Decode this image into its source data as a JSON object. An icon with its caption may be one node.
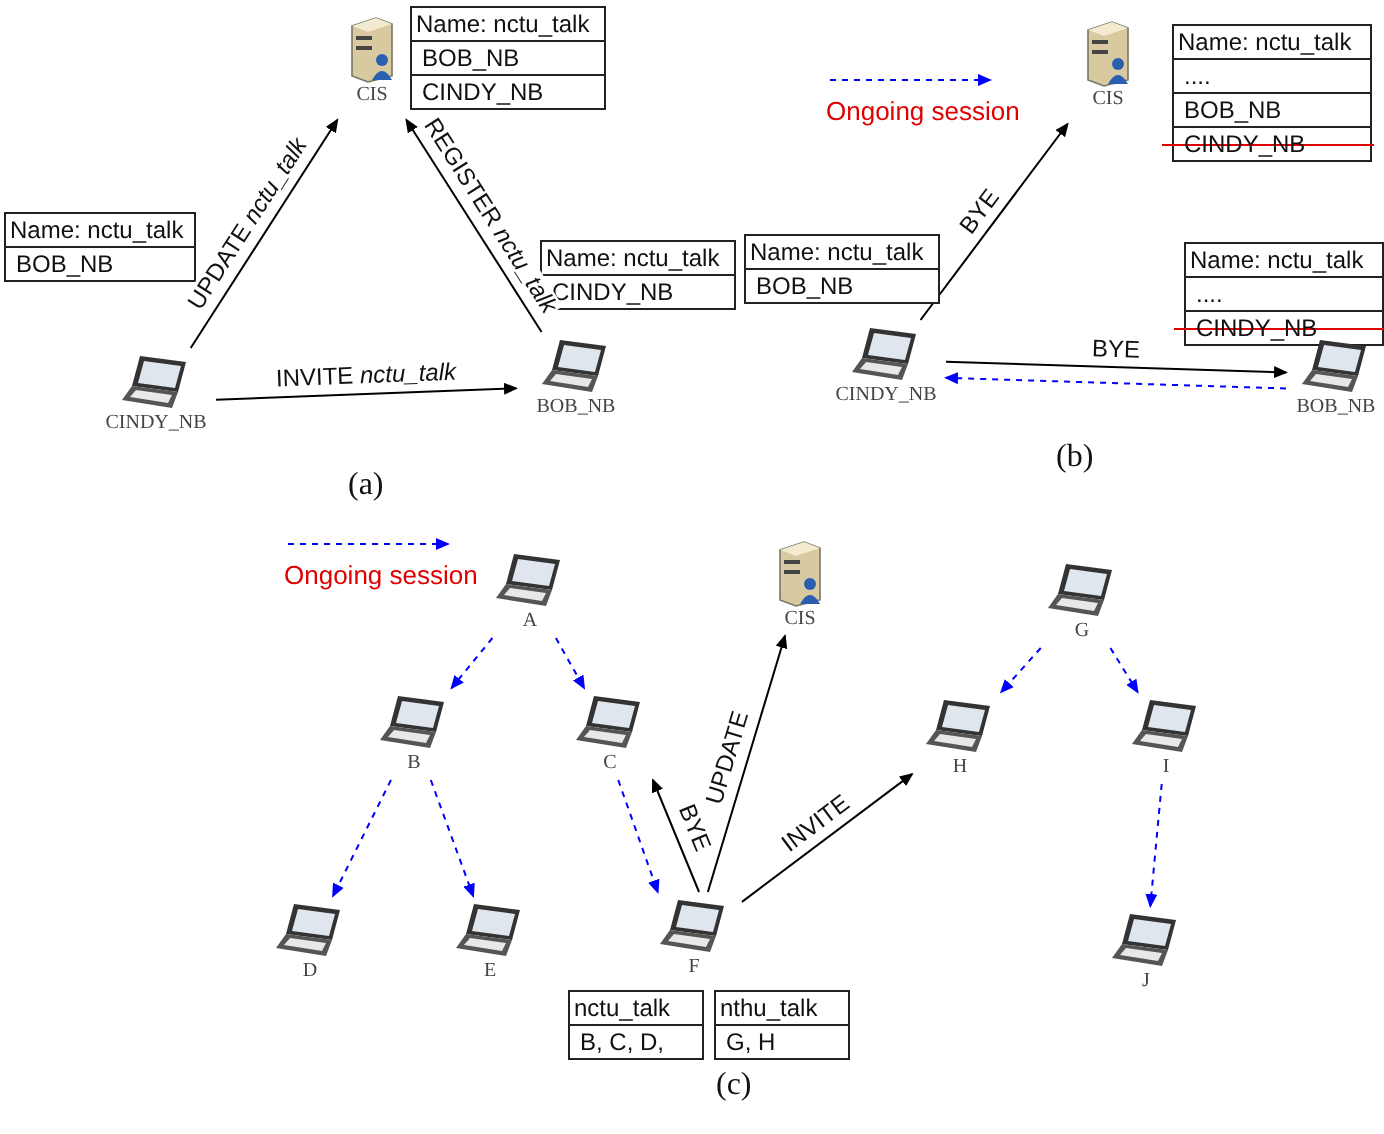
{
  "diagram": {
    "nodes": [
      {
        "text": [
          "CIS"
        ]
      },
      {
        "text": [
          "Name: nctu_talk",
          "BOB_NB",
          "CINDY_NB"
        ]
      },
      {
        "text": [
          "Name: nctu_talk",
          "BOB_NB"
        ]
      },
      {
        "text": [
          "CINDY_NB"
        ]
      },
      {
        "text": [
          "BOB_NB"
        ]
      },
      {
        "text": [
          "Name: nctu_talk",
          "CINDY_NB"
        ]
      },
      {
        "text": [
          "CIS"
        ]
      },
      {
        "text": [
          "Name: nctu_talk",
          "....",
          "BOB_NB",
          "CINDY_NB"
        ]
      },
      {
        "text": [
          "Name: nctu_talk",
          "BOB_NB"
        ]
      },
      {
        "text": [
          "Name: nctu_talk",
          "....",
          "CINDY_NB"
        ]
      },
      {
        "text": [
          "CINDY_NB"
        ]
      },
      {
        "text": [
          "BOB_NB"
        ]
      },
      {
        "text": [
          "A"
        ]
      },
      {
        "text": [
          "CIS"
        ]
      },
      {
        "text": [
          "G"
        ]
      },
      {
        "text": [
          "B"
        ]
      },
      {
        "text": [
          "C"
        ]
      },
      {
        "text": [
          "H"
        ]
      },
      {
        "text": [
          "I"
        ]
      },
      {
        "text": [
          "D"
        ]
      },
      {
        "text": [
          "E"
        ]
      },
      {
        "text": [
          "F"
        ]
      },
      {
        "text": [
          "J"
        ]
      },
      {
        "text": [
          "nctu_talk",
          "B, C, D,"
        ]
      },
      {
        "text": [
          "nthu_talk",
          "G, H"
        ]
      }
    ],
    "edges": [
      {
        "from": 3,
        "to": 0,
        "arrow": "to",
        "label": "UPDATE *nctu_talk*",
        "color": "#000000"
      },
      {
        "from": 4,
        "to": 0,
        "arrow": "to",
        "label": "REGISTER *nctu_talk*",
        "color": "#000000"
      },
      {
        "from": 3,
        "to": 4,
        "arrow": "to",
        "label": "INVITE *nctu_talk*",
        "color": "#000000"
      },
      {
        "from": 10,
        "to": 6,
        "arrow": "to",
        "label": "BYE",
        "color": "#000000"
      },
      {
        "from": 10,
        "to": 11,
        "arrow": "to",
        "label": "BYE",
        "color": "#000000"
      },
      {
        "from": 11,
        "to": 10,
        "arrow": "to",
        "style": "dashed",
        "color": "#0000ff"
      },
      {
        "from": 12,
        "to": 15,
        "arrow": "to",
        "style": "dashed",
        "color": "#0000ff"
      },
      {
        "from": 12,
        "to": 16,
        "arrow": "to",
        "style": "dashed",
        "color": "#0000ff"
      },
      {
        "from": 15,
        "to": 19,
        "arrow": "to",
        "style": "dashed",
        "color": "#0000ff"
      },
      {
        "from": 15,
        "to": 20,
        "arrow": "to",
        "style": "dashed",
        "color": "#0000ff"
      },
      {
        "from": 16,
        "to": 21,
        "arrow": "to",
        "style": "dashed",
        "color": "#0000ff"
      },
      {
        "from": 14,
        "to": 17,
        "arrow": "to",
        "style": "dashed",
        "color": "#0000ff"
      },
      {
        "from": 14,
        "to": 18,
        "arrow": "to",
        "style": "dashed",
        "color": "#0000ff"
      },
      {
        "from": 18,
        "to": 22,
        "arrow": "to",
        "style": "dashed",
        "color": "#0000ff"
      },
      {
        "from": 21,
        "to": 16,
        "arrow": "to",
        "label": "BYE",
        "color": "#000000"
      },
      {
        "from": 21,
        "to": 13,
        "arrow": "to",
        "label": "UPDATE",
        "color": "#000000"
      },
      {
        "from": 21,
        "to": 17,
        "arrow": "to",
        "label": "INVITE",
        "color": "#000000"
      }
    ],
    "labels": [
      "(a)",
      "(b)",
      "(c)"
    ],
    "legend": [
      {
        "text": "Ongoing session"
      },
      {
        "text": "Ongoing session"
      }
    ]
  }
}
